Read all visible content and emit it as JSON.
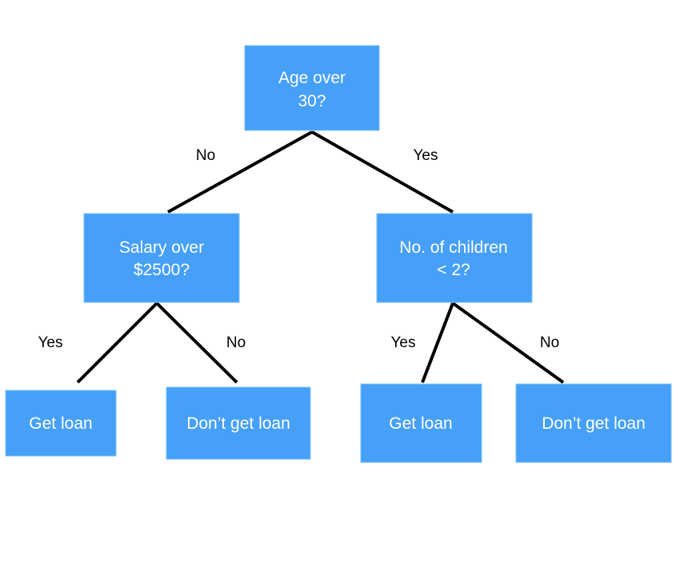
{
  "colors": {
    "node_fill": "#46a0f8",
    "node_text": "#ffffff",
    "edge": "#000000",
    "background": "#ffffff"
  },
  "tree": {
    "root": {
      "question_line1": "Age over",
      "question_line2": "30?"
    },
    "left": {
      "branch_label": "No",
      "question_line1": "Salary over",
      "question_line2": "$2500?",
      "yes": {
        "branch_label": "Yes",
        "outcome": "Get loan"
      },
      "no": {
        "branch_label": "No",
        "outcome": "Don’t get loan"
      }
    },
    "right": {
      "branch_label": "Yes",
      "question_line1": "No. of children",
      "question_line2": "< 2?",
      "yes": {
        "branch_label": "Yes",
        "outcome": "Get loan"
      },
      "no": {
        "branch_label": "No",
        "outcome": "Don’t get loan"
      }
    }
  }
}
